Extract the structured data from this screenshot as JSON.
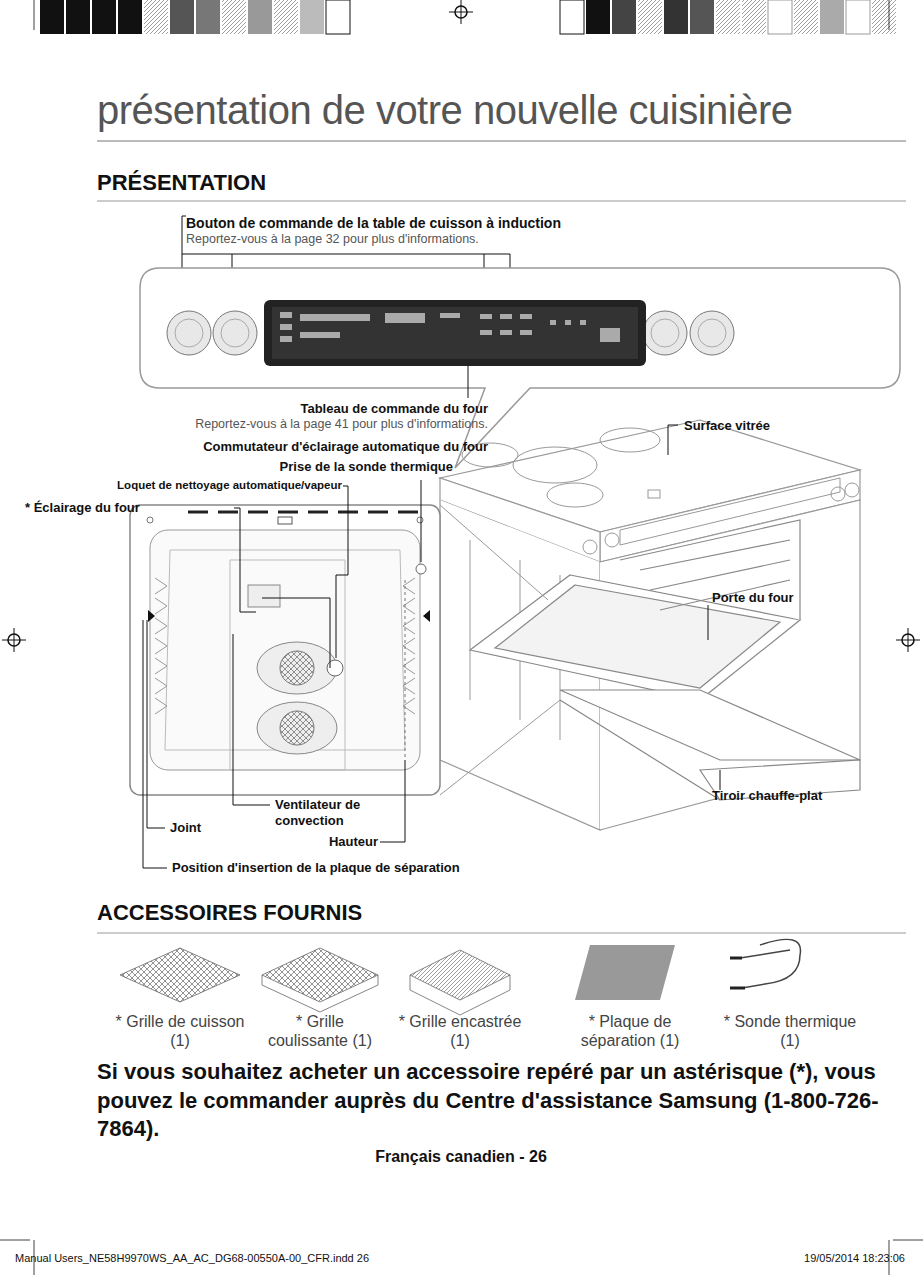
{
  "diagram": {
    "title": "présentation de votre nouvelle cuisinière",
    "labels": [
      "PRÉSENTATION",
      "Bouton de commande de la table de cuisson à induction",
      "Reportez-vous à la page 32 pour plus d'informations.",
      "Tableau de commande du four",
      "Reportez-vous à la page 41 pour plus d'informations.",
      "Commutateur d'éclairage automatique du four",
      "Prise de la sonde thermique",
      "Loquet de nettoyage automatique/vapeur",
      "* Éclairage du four",
      "Surface vitrée",
      "Porte du four",
      "Tiroir chauffe-plat",
      "Ventilateur de convection",
      "Joint",
      "Hauteur",
      "Position d'insertion de la plaque de séparation",
      "ACCESSOIRES FOURNIS",
      "* Grille de cuisson (1)",
      "* Grille coulissante (1)",
      "* Grille encastrée (1)",
      "* Plaque de séparation (1)",
      "* Sonde thermique (1)",
      "Si vous souhaitez acheter un accessoire repéré par un astérisque (*), vous pouvez le commander auprès du Centre d'assistance Samsung (1-800-726-7864).",
      "Français canadien - 26",
      "Manual Users_NE58H9970WS_AA_AC_DG68-00550A-00_CFR.indd 26",
      "19/05/2014 18:23:06"
    ]
  }
}
